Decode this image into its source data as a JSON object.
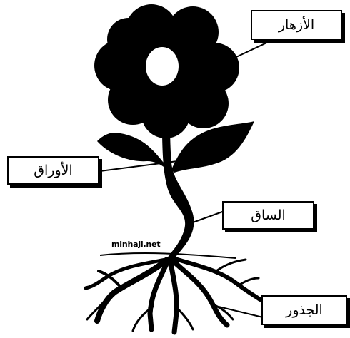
{
  "labels": {
    "flowers": "الأزهار",
    "leaves": "الأوراق",
    "stem": "الساق",
    "roots": "الجذور"
  },
  "watermark": "minhaji.net",
  "colors": {
    "ink": "#000000",
    "background": "#ffffff"
  }
}
